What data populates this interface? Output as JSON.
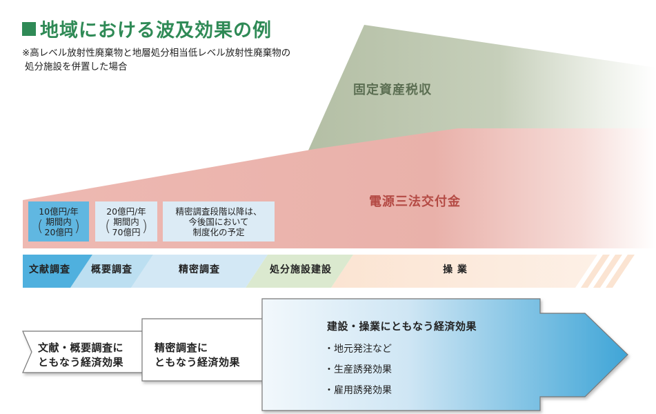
{
  "title": "地域における波及効果の例",
  "note": {
    "line1": "※高レベル放射性廃棄物と地層処分相当低レベル放射性廃棄物の",
    "line2": "処分施設を併置した場合"
  },
  "bands": {
    "tax": "固定資産税収",
    "grant": "電源三法交付金"
  },
  "amounts": [
    {
      "line1": "10億円/年",
      "sub1": "期間内",
      "sub2": "20億円"
    },
    {
      "line1": "20億円/年",
      "sub1": "期間内",
      "sub2": "70億円"
    },
    {
      "line1": "精密調査段階以降は、",
      "line2": "今後国において",
      "line3": "制度化の予定"
    }
  ],
  "phases": [
    "文献調査",
    "概要調査",
    "精密調査",
    "処分施設建設",
    "操 業"
  ],
  "effects": {
    "e1": {
      "line1": "文献・概要調査に",
      "line2": "ともなう経済効果"
    },
    "e2": {
      "line1": "精密調査に",
      "line2": "ともなう経済効果"
    },
    "e3": {
      "title": "建設・操業にともなう経済効果",
      "bullets": [
        "・地元発注など",
        "・生産誘発効果",
        "・雇用誘発効果"
      ]
    }
  },
  "colors": {
    "title_green": "#2f8a56",
    "tax_band": "#c3cdb6",
    "grant_band": "#ebb5ae",
    "amount_highlight": "#60b7e1",
    "amount_light": "#dcebf5",
    "phase_blue": "#4fb0de",
    "phase_light_blue": "#cfe6f4",
    "phase_green": "#dbe9cf",
    "phase_peach": "#fbe6d5",
    "arrow_blue": "#3fa5d7"
  }
}
